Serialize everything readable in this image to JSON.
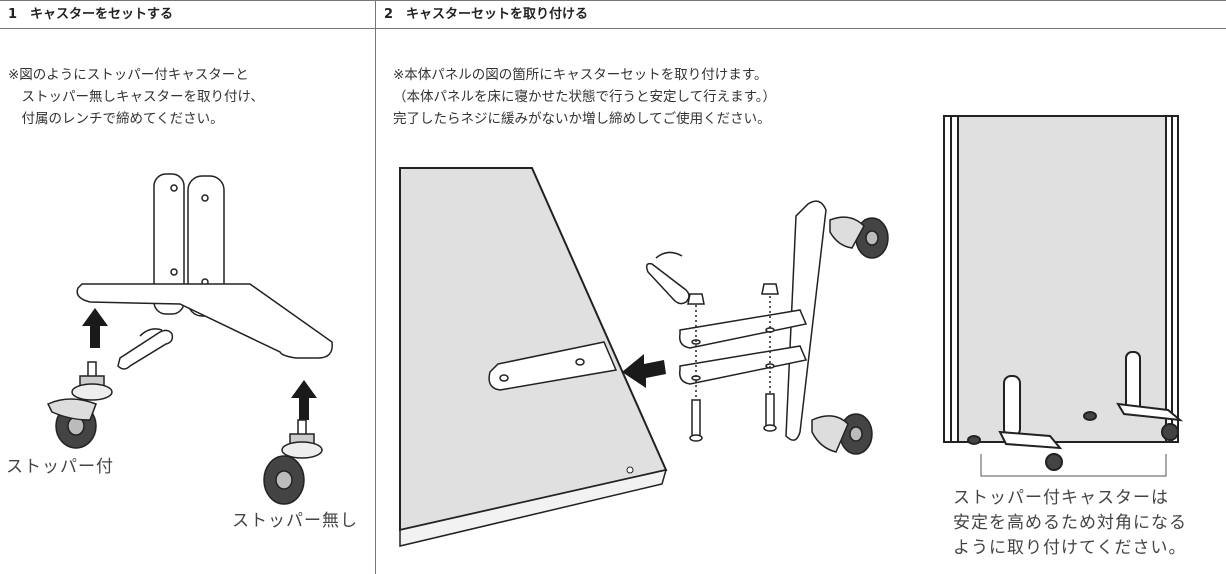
{
  "steps": [
    {
      "header": "1　キャスターをセットする",
      "note": "※図のようにストッパー付キャスターと\n　ストッパー無しキャスターを取り付け、\n　付属のレンチで締めてください。",
      "labels": {
        "with_stopper": "ストッパー付",
        "without_stopper": "ストッパー無し"
      }
    },
    {
      "header": "2　キャスターセットを取り付ける",
      "note": "※本体パネルの図の箇所にキャスターセットを取り付けます。\n（本体パネルを床に寝かせた状態で行うと安定して行えます。）\n完了したらネジに緩みがないか増し締めしてご使用ください。",
      "caption": "ストッパー付キャスターは\n安定を高めるため対角になる\nように取り付けてください。"
    }
  ],
  "colors": {
    "panel_gray": "#e0e0e0",
    "line": "#222222",
    "arrow": "#1a1a1a"
  }
}
